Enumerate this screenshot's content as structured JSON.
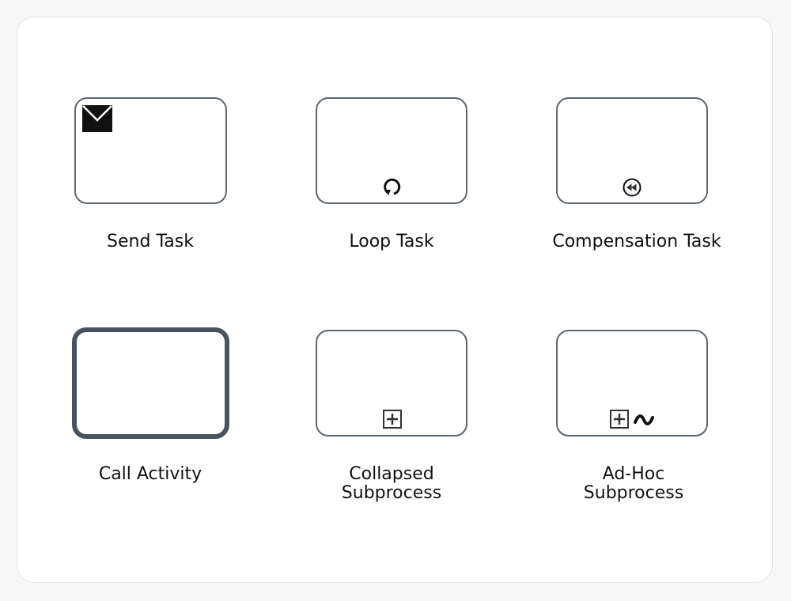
{
  "colors": {
    "page_background": "#f7f7f7",
    "card_background": "#ffffff",
    "shape_stroke": "#5e6672",
    "call_activity_stroke": "#4a5260",
    "label_text": "#111111"
  },
  "elements": [
    {
      "id": "send-task",
      "label_lines": [
        "Send Task"
      ],
      "marker": "envelope-icon",
      "border": "normal"
    },
    {
      "id": "loop-task",
      "label_lines": [
        "Loop Task"
      ],
      "marker": "loop-icon",
      "border": "normal"
    },
    {
      "id": "compensation-task",
      "label_lines": [
        "Compensation Task"
      ],
      "marker": "compensation-icon",
      "border": "normal"
    },
    {
      "id": "call-activity",
      "label_lines": [
        "Call Activity"
      ],
      "marker": "none",
      "border": "thick"
    },
    {
      "id": "collapsed-subprocess",
      "label_lines": [
        "Collapsed",
        "Subprocess"
      ],
      "marker": "plus-box-icon",
      "border": "normal"
    },
    {
      "id": "adhoc-subprocess",
      "label_lines": [
        "Ad-Hoc",
        "Subprocess"
      ],
      "marker": "plus-box-icon + tilde-icon",
      "border": "normal"
    }
  ]
}
